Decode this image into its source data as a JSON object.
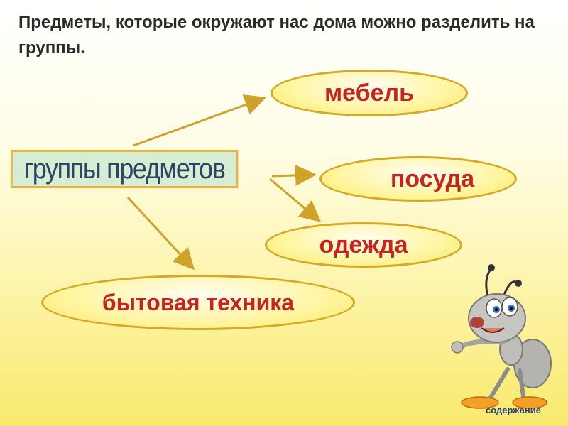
{
  "heading": "Предметы, которые окружают нас дома можно разделить на группы.",
  "root_label": "группы предметов",
  "groups": [
    "мебель",
    "посуда",
    "одежда",
    "бытовая техника"
  ],
  "nav": {
    "contents_label": "содержание"
  },
  "colors": {
    "arrow": "#cfa22a",
    "root_fill": "#d6edd4",
    "root_border": "#e9b43c",
    "root_text": "#2d4466",
    "ellipse_border": "#d6a825",
    "group_text": "#c62420"
  },
  "icons": [
    "ant-mascot-illustration"
  ]
}
